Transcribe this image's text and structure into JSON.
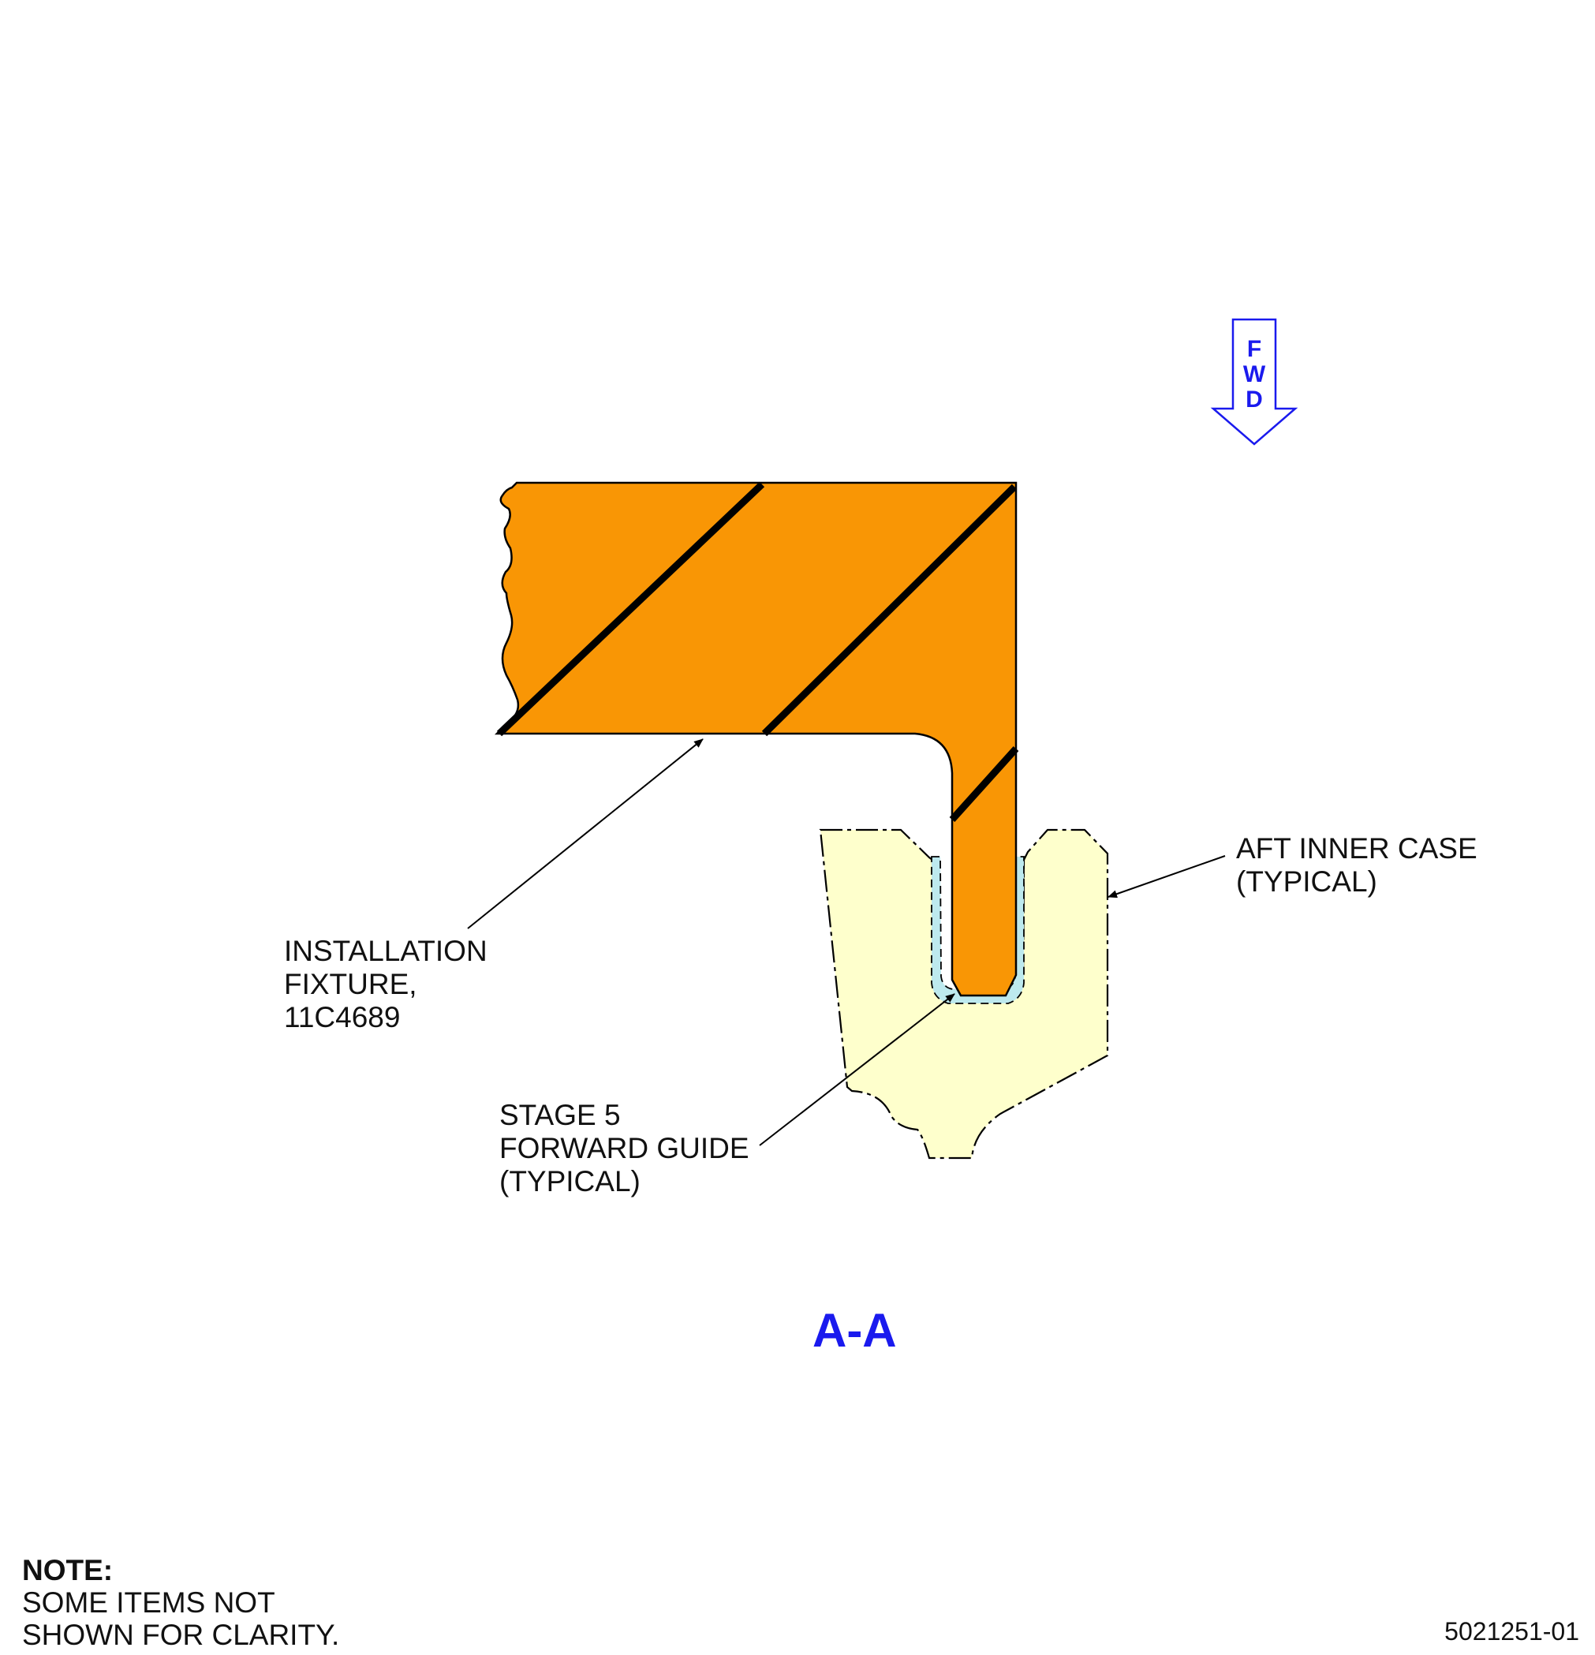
{
  "fwd_arrow": {
    "letters": [
      "F",
      "W",
      "D"
    ],
    "color": "#1a1aee"
  },
  "labels": {
    "installation_fixture": [
      "INSTALLATION",
      "FIXTURE,",
      "11C4689"
    ],
    "aft_inner_case": [
      "AFT INNER CASE",
      "(TYPICAL)"
    ],
    "stage5_guide": [
      "STAGE 5",
      "FORWARD GUIDE",
      "(TYPICAL)"
    ]
  },
  "view_title": "A-A",
  "note": {
    "heading": "NOTE:",
    "lines": [
      "SOME ITEMS NOT",
      "SHOWN FOR CLARITY."
    ]
  },
  "figure_number": "5021251-01",
  "colors": {
    "fixture_fill": "#f99605",
    "case_fill": "#feffcc",
    "guide_fill": "#bde9ee",
    "outline": "#000000"
  }
}
